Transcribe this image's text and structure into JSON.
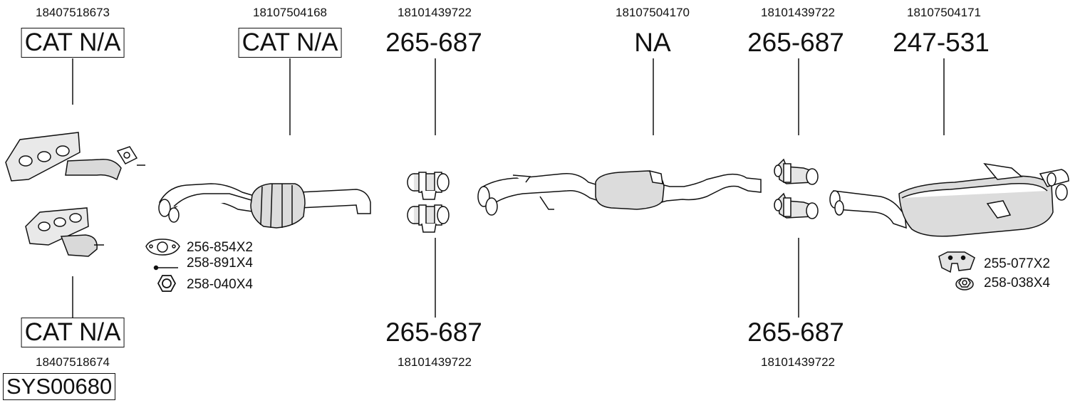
{
  "diagram": {
    "system_ref": "SYS00680",
    "parts": [
      {
        "oe": "18407518673",
        "ref": "CAT N/A"
      },
      {
        "oe": "18107504168",
        "ref": "CAT N/A"
      },
      {
        "oe": "18101439722",
        "ref": "265-687"
      },
      {
        "oe": "18107504170",
        "ref": "NA"
      },
      {
        "oe": "18101439722",
        "ref": "265-687"
      },
      {
        "oe": "18107504171",
        "ref": "247-531"
      },
      {
        "oe": "18407518674",
        "ref": "CAT N/A"
      },
      {
        "oe": "18101439722",
        "ref": "265-687"
      },
      {
        "oe": "18101439722",
        "ref": "265-687"
      }
    ],
    "hardware": [
      {
        "ref": "256-854X2",
        "icon": "gasket-icon"
      },
      {
        "ref": "258-891X4",
        "icon": "bolt-icon"
      },
      {
        "ref": "258-040X4",
        "icon": "hex-nut-icon"
      },
      {
        "ref": "255-077X2",
        "icon": "rubber-mount-icon"
      },
      {
        "ref": "258-038X4",
        "icon": "flange-nut-icon"
      }
    ]
  }
}
